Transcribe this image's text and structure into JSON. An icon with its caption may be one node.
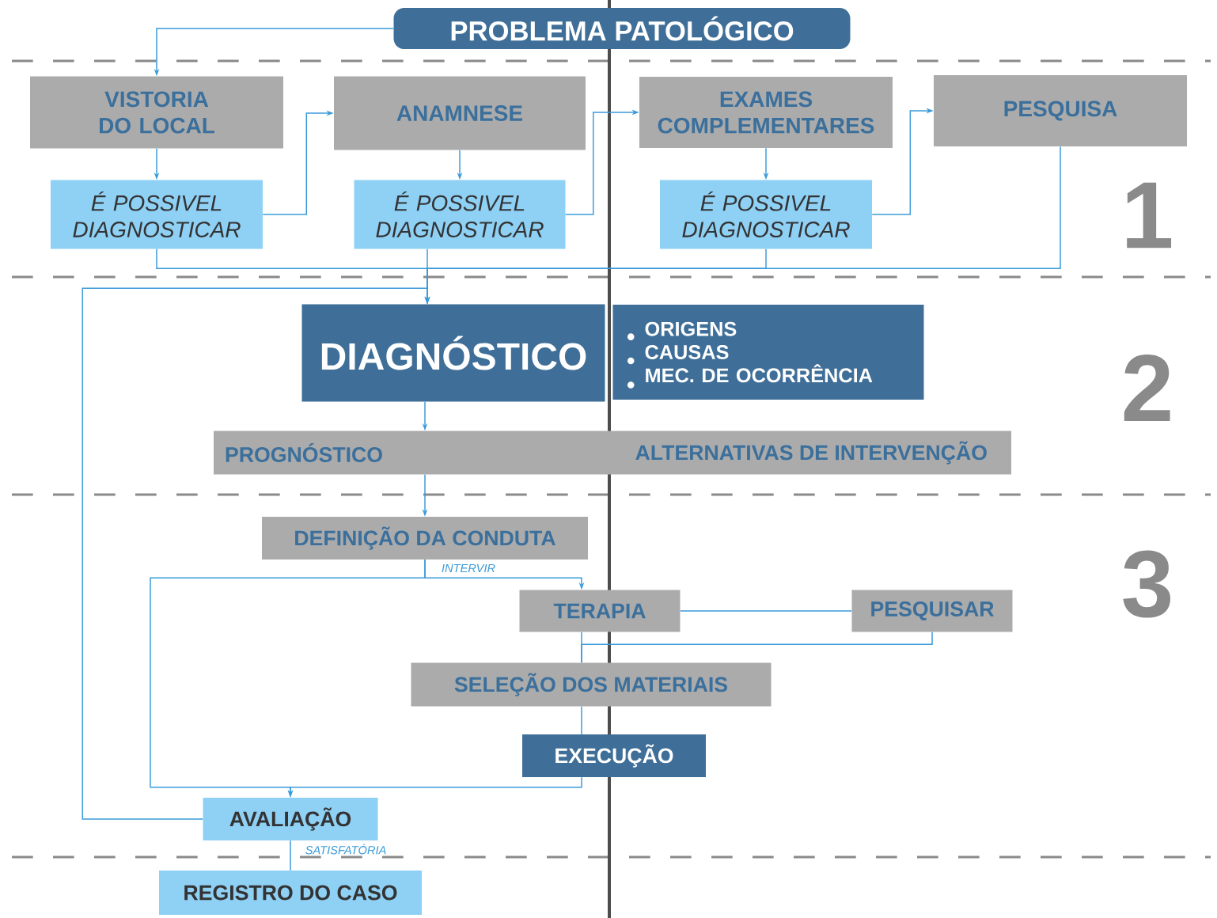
{
  "diagram": {
    "nodes": [
      {
        "text": [
          "PROBLEMA PATOLÓGICO"
        ]
      },
      {
        "text": [
          "VISTORIA DO LOCAL"
        ]
      },
      {
        "text": [
          "ANAMNESE"
        ]
      },
      {
        "text": [
          "EXAMES COMPLEMENTARES"
        ]
      },
      {
        "text": [
          "PESQUISA"
        ]
      },
      {
        "text": [
          "É POSSIVEL DIAGNOSTICAR"
        ]
      },
      {
        "text": [
          "É POSSIVEL DIAGNOSTICAR"
        ]
      },
      {
        "text": [
          "É POSSIVEL DIAGNOSTICAR"
        ]
      },
      {
        "text": [
          "DIAGNÓSTICO"
        ]
      },
      {
        "text": [
          "ORIGENS",
          "CAUSAS",
          "MEC. DE OCORRÊNCIA"
        ]
      },
      {
        "text": [
          "PROGNÓSTICO",
          "ALTERNATIVAS DE INTERVENÇÃO"
        ]
      },
      {
        "text": [
          "DEFINIÇÃO DA CONDUTA"
        ]
      },
      {
        "text": [
          "TERAPIA"
        ]
      },
      {
        "text": [
          "PESQUISAR"
        ]
      },
      {
        "text": [
          "SELEÇÃO DOS MATERIAIS"
        ]
      },
      {
        "text": [
          "EXECUÇÃO"
        ]
      },
      {
        "text": [
          "AVALIAÇÃO"
        ]
      },
      {
        "text": [
          "REGISTRO DO CASO"
        ]
      }
    ],
    "edges": [
      {
        "from": 0,
        "to": 1,
        "arrow": "to"
      },
      {
        "from": 1,
        "to": 5,
        "arrow": "to"
      },
      {
        "from": 5,
        "to": 2,
        "arrow": "to"
      },
      {
        "from": 2,
        "to": 6,
        "arrow": "to"
      },
      {
        "from": 6,
        "to": 3,
        "arrow": "to"
      },
      {
        "from": 3,
        "to": 7,
        "arrow": "to"
      },
      {
        "from": 7,
        "to": 4,
        "arrow": "to"
      },
      {
        "from": 5,
        "to": 8,
        "arrow": "to"
      },
      {
        "from": 6,
        "to": 8,
        "arrow": "to"
      },
      {
        "from": 7,
        "to": 8,
        "arrow": "to"
      },
      {
        "from": 4,
        "to": 8,
        "arrow": "to"
      },
      {
        "from": 16,
        "to": 8,
        "arrow": "to"
      },
      {
        "from": 8,
        "to": 10,
        "arrow": "to"
      },
      {
        "from": 10,
        "to": 11,
        "arrow": "to"
      },
      {
        "from": 11,
        "to": 12,
        "arrow": "to",
        "label": "INTERVIR"
      },
      {
        "from": 11,
        "to": 16,
        "arrow": "to"
      },
      {
        "from": 12,
        "to": 13,
        "arrow": "none"
      },
      {
        "from": 13,
        "to": 14,
        "arrow": "none"
      },
      {
        "from": 12,
        "to": 14,
        "arrow": "none"
      },
      {
        "from": 14,
        "to": 15,
        "arrow": "none"
      },
      {
        "from": 15,
        "to": 16,
        "arrow": "to"
      },
      {
        "from": 16,
        "to": 17,
        "arrow": "none",
        "label": "SATISFATÓRIA"
      }
    ],
    "labels": [
      "1",
      "2",
      "3"
    ]
  }
}
